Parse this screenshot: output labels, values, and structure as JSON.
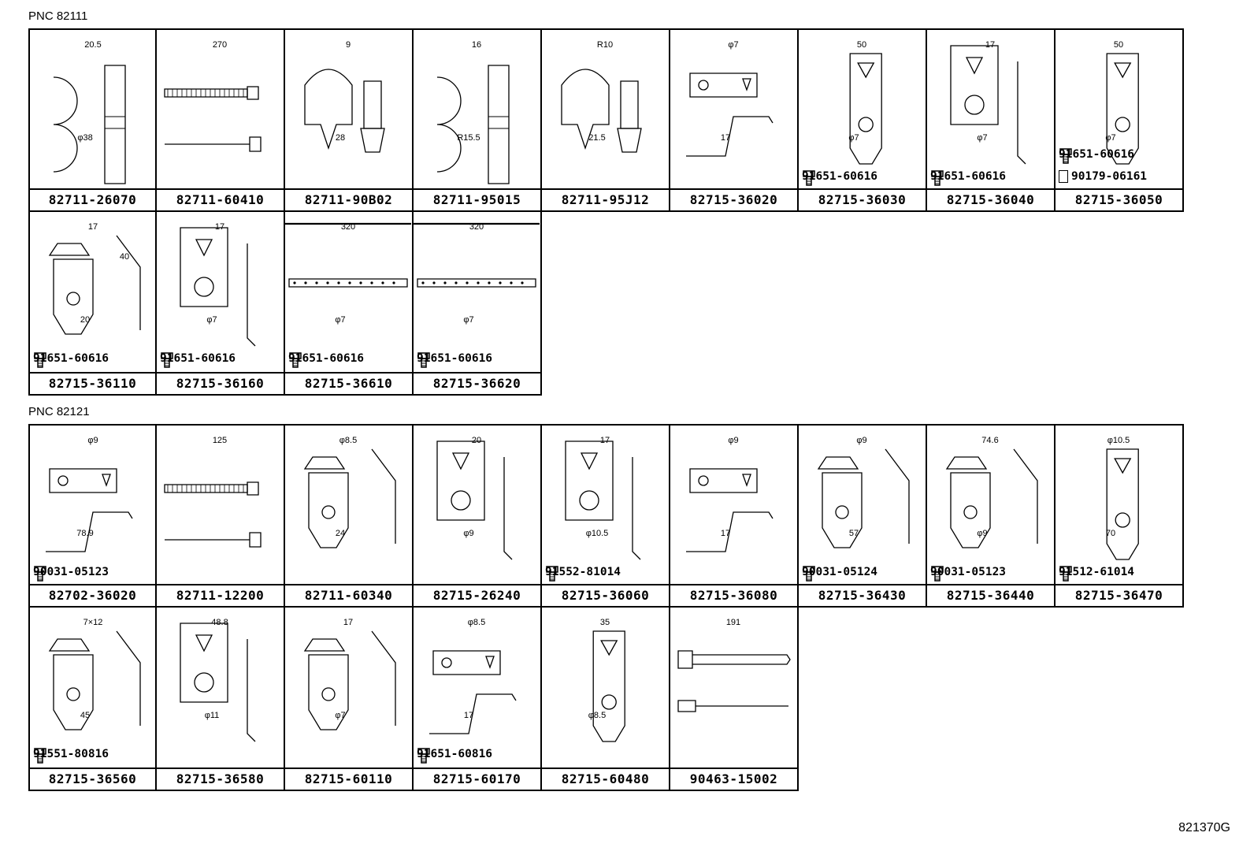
{
  "sections": [
    {
      "pnc_label": "PNC 82111",
      "cells": [
        {
          "part_number": "82711-26070",
          "dims": [
            "20.5",
            "φ38"
          ]
        },
        {
          "part_number": "82711-60410",
          "dims": [
            "270"
          ]
        },
        {
          "part_number": "82711-90B02",
          "dims": [
            "9",
            "28"
          ]
        },
        {
          "part_number": "82711-95015",
          "dims": [
            "16",
            "R15.5"
          ]
        },
        {
          "part_number": "82711-95J12",
          "dims": [
            "R10",
            "21.5"
          ]
        },
        {
          "part_number": "82715-36020",
          "dims": [
            "φ7",
            "17"
          ]
        },
        {
          "part_number": "82715-36030",
          "dims": [
            "50",
            "φ7"
          ],
          "bolt": "91651-60616"
        },
        {
          "part_number": "82715-36040",
          "dims": [
            "17",
            "φ7"
          ],
          "bolt": "91651-60616"
        },
        {
          "part_number": "82715-36050",
          "dims": [
            "50",
            "φ7"
          ],
          "bolt": "91651-60616",
          "bolt2": "90179-06161"
        },
        {
          "part_number": "82715-36110",
          "dims": [
            "17",
            "20",
            "40"
          ],
          "bolt": "91651-60616"
        },
        {
          "part_number": "82715-36160",
          "dims": [
            "17",
            "φ7"
          ],
          "bolt": "91651-60616"
        },
        {
          "part_number": "82715-36610",
          "dims": [
            "320",
            "φ7"
          ],
          "bolt": "91651-60616"
        },
        {
          "part_number": "82715-36620",
          "dims": [
            "320",
            "φ7"
          ],
          "bolt": "91651-60616"
        }
      ]
    },
    {
      "pnc_label": "PNC 82121",
      "cells": [
        {
          "part_number": "82702-36020",
          "dims": [
            "φ9",
            "78.9"
          ],
          "bolt": "90031-05123"
        },
        {
          "part_number": "82711-12200",
          "dims": [
            "125"
          ]
        },
        {
          "part_number": "82711-60340",
          "dims": [
            "φ8.5",
            "24"
          ]
        },
        {
          "part_number": "82715-26240",
          "dims": [
            "20",
            "φ9"
          ]
        },
        {
          "part_number": "82715-36060",
          "dims": [
            "17",
            "φ10.5"
          ],
          "bolt": "91552-81014"
        },
        {
          "part_number": "82715-36080",
          "dims": [
            "φ9",
            "17"
          ]
        },
        {
          "part_number": "82715-36430",
          "dims": [
            "φ9",
            "57"
          ],
          "bolt": "90031-05124"
        },
        {
          "part_number": "82715-36440",
          "dims": [
            "74.6",
            "φ9"
          ],
          "bolt": "90031-05123"
        },
        {
          "part_number": "82715-36470",
          "dims": [
            "φ10.5",
            "70"
          ],
          "bolt": "91512-61014"
        },
        {
          "part_number": "82715-36560",
          "dims": [
            "7×12",
            "45"
          ],
          "bolt": "91551-80816"
        },
        {
          "part_number": "82715-36580",
          "dims": [
            "48.8",
            "φ11"
          ]
        },
        {
          "part_number": "82715-60110",
          "dims": [
            "17",
            "φ7"
          ]
        },
        {
          "part_number": "82715-60170",
          "dims": [
            "φ8.5",
            "17"
          ],
          "bolt": "91651-60816"
        },
        {
          "part_number": "82715-60480",
          "dims": [
            "35",
            "φ8.5"
          ]
        },
        {
          "part_number": "90463-15002",
          "dims": [
            "191"
          ]
        }
      ]
    }
  ],
  "diagram_id": "821370G"
}
